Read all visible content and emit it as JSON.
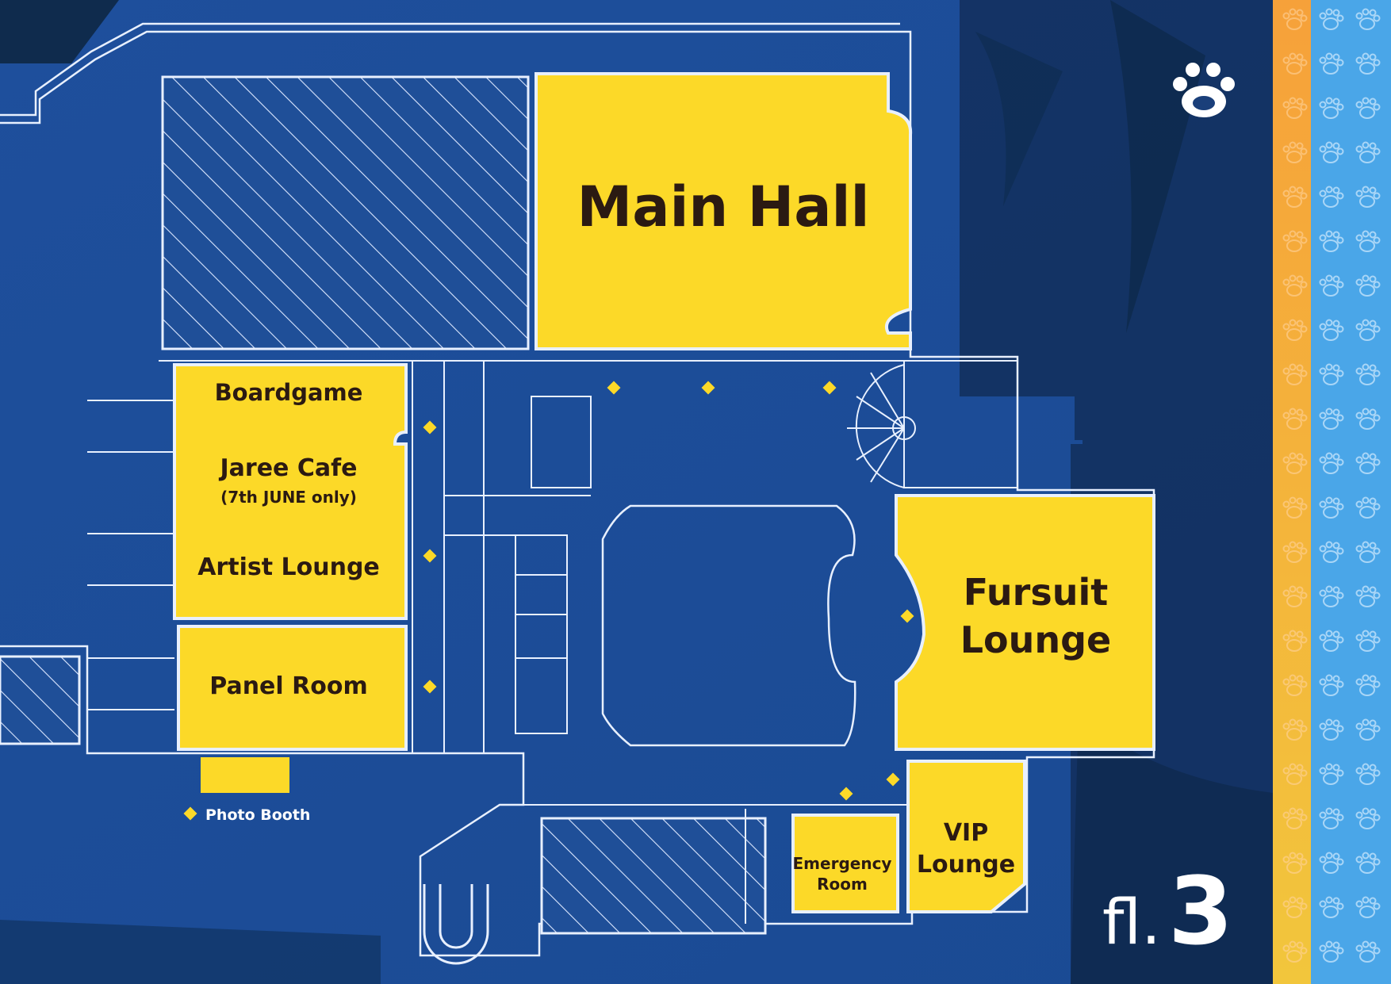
{
  "colors": {
    "background": "#1d4f9a",
    "room_fill": "#fcd928",
    "room_text": "#2b1a12",
    "outline": "#e8f0ff",
    "outline_dark": "#16305f",
    "photo_booth_marker": "#fcd928",
    "stripe_orange": "#f29a2e",
    "stripe_blue": "#4aa6e8"
  },
  "logo": {
    "icon": "paw-logo-icon"
  },
  "rooms": {
    "main_hall": "Main Hall",
    "boardgame": "Boardgame",
    "jaree_cafe": "Jaree Cafe",
    "jaree_cafe_note": "(7th JUNE only)",
    "artist_lounge": "Artist Lounge",
    "panel_room": "Panel Room",
    "fursuit_lounge_line1": "Fursuit",
    "fursuit_lounge_line2": "Lounge",
    "vip_lounge_line1": "VIP",
    "vip_lounge_line2": "Lounge",
    "emergency_room_line1": "Emergency",
    "emergency_room_line2": "Room"
  },
  "legend": {
    "photo_booth": "Photo Booth"
  },
  "floor": {
    "prefix": "fl.",
    "number": "3"
  }
}
